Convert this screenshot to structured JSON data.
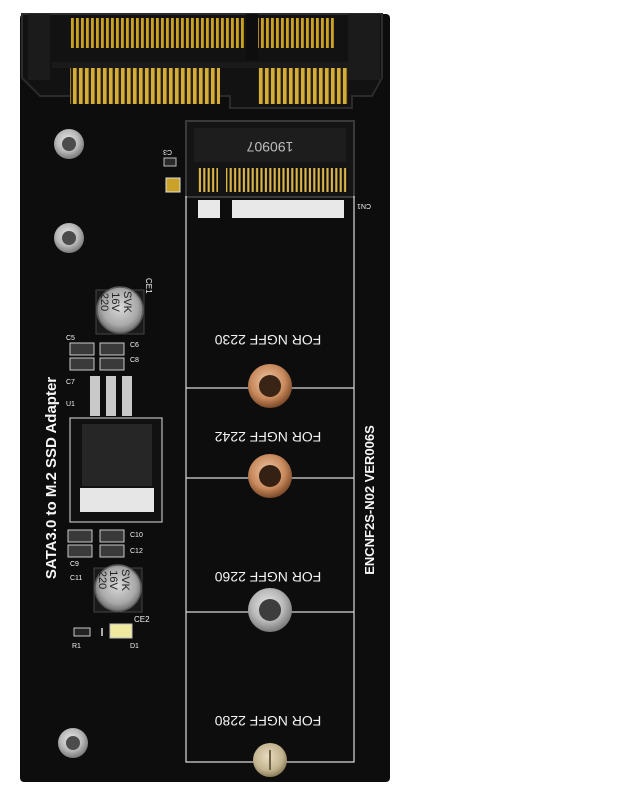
{
  "board": {
    "title": "SATA3.0 to M.2 SSD Adapter",
    "version": "ENCNF2S-N02 VER006S",
    "slot_label": "CN1",
    "slot_code": "190907",
    "colors": {
      "pcb": "#0d0d0d",
      "gold": "#c9a227",
      "silkscreen": "#f2f2f2",
      "copper": "#b87333"
    }
  },
  "zones": [
    {
      "label": "FOR NGFF 2230"
    },
    {
      "label": "FOR NGFF 2242"
    },
    {
      "label": "FOR NGFF 2260"
    },
    {
      "label": "FOR NGFF 2280"
    }
  ],
  "components": {
    "ce1": {
      "ref": "CE1",
      "marking_top": "SVK",
      "marking_mid": "16V",
      "marking_bot": "220"
    },
    "ce2": {
      "ref": "CE2",
      "marking_top": "SVK",
      "marking_mid": "16V",
      "marking_bot": "220"
    },
    "u1": {
      "ref": "U1"
    },
    "c3": {
      "ref": "C3"
    },
    "c5": {
      "ref": "C5"
    },
    "c6": {
      "ref": "C6"
    },
    "c7": {
      "ref": "C7"
    },
    "c8": {
      "ref": "C8"
    },
    "c9": {
      "ref": "C9"
    },
    "c10": {
      "ref": "C10"
    },
    "c11": {
      "ref": "C11"
    },
    "c12": {
      "ref": "C12"
    },
    "r1": {
      "ref": "R1"
    },
    "d1": {
      "ref": "D1"
    }
  }
}
